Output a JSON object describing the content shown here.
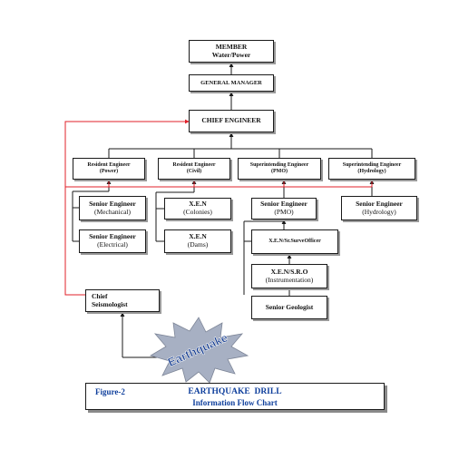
{
  "nodes": {
    "member": [
      "MEMBER",
      "Water/Power"
    ],
    "general_manager": [
      "GENERAL MANAGER"
    ],
    "chief_engineer": [
      "CHIEF ENGINEER"
    ],
    "re_power": [
      "Resident Engineer",
      "(Power)"
    ],
    "re_civil": [
      "Resident Engineer",
      "(Civil)"
    ],
    "se_pmo_top": [
      "Superintending Engineer",
      "(PMO)"
    ],
    "se_hydrology_top": [
      "Superintending Engineer",
      "(Hydrology)"
    ],
    "se_mechanical": [
      "Senior Engineer",
      "(Mechanical)"
    ],
    "se_electrical": [
      "Senior Engineer",
      "(Electrical)"
    ],
    "xen_colonies": [
      "X.E.N",
      "(Colonies)"
    ],
    "xen_dams": [
      "X.E.N",
      "(Dams)"
    ],
    "se_pmo": [
      "Senior Engineer",
      "(PMO)"
    ],
    "xen_sr_survey": [
      "X.E.N/Sr.SurveOfficer"
    ],
    "xen_sro": [
      "X.E.N/S.R.O",
      "(Instrumentation)"
    ],
    "senior_geologist": [
      "Senior Geologist"
    ],
    "se_hydrology": [
      "Senior Engineer",
      "(Hydrology)"
    ],
    "chief_seismologist": [
      "Chief",
      "Seismologist"
    ]
  },
  "burst_label": "Earthquake",
  "caption": {
    "figure": "Figure-2",
    "title": "EARTHQUAKE  DRILL",
    "subtitle": "Information Flow Chart"
  },
  "colors": {
    "line": "#1a1a1a",
    "alert_line": "#e0202a",
    "burst_fill": "#a7b0c3",
    "burst_text": "#123a8f",
    "caption_text": "#0f3f9c"
  }
}
